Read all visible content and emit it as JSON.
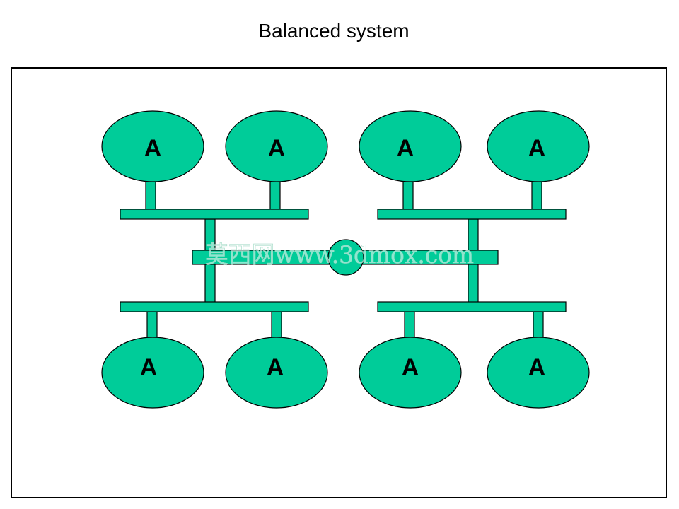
{
  "title": "Balanced system",
  "colors": {
    "node_fill": "#00cc99",
    "stroke": "#000000",
    "background": "#ffffff"
  },
  "nodes": [
    {
      "label": "A"
    },
    {
      "label": "A"
    },
    {
      "label": "A"
    },
    {
      "label": "A"
    },
    {
      "label": "A"
    },
    {
      "label": "A"
    },
    {
      "label": "A"
    },
    {
      "label": "A"
    }
  ],
  "watermark": "莫西网www.3dmox.com"
}
